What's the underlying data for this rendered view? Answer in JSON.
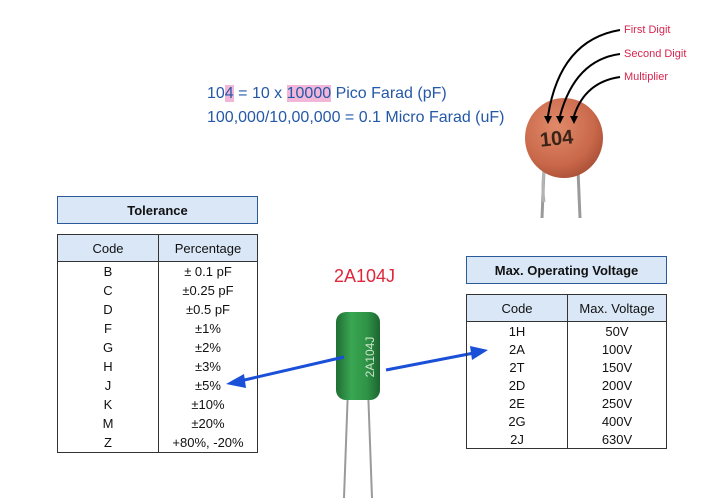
{
  "formula": {
    "line1_pre": "",
    "line1_hl1": "4",
    "line1_num": "10",
    "line1_mid": " = 10 x ",
    "line1_hl2": "10000",
    "line1_post": " Pico Farad (pF)",
    "line2": "100,000/10,00,000 = 0.1 Micro Farad (uF)",
    "digits": "10"
  },
  "ceramic_cap": {
    "marking": "104",
    "labels": [
      "First Digit",
      "Second Digit",
      "Multiplier"
    ]
  },
  "film_cap": {
    "code": "2A104J",
    "marking": "2A104J"
  },
  "tolerance": {
    "title": "Tolerance",
    "headers": [
      "Code",
      "Percentage"
    ],
    "rows": [
      [
        "B",
        "± 0.1 pF"
      ],
      [
        "C",
        "±0.25 pF"
      ],
      [
        "D",
        "±0.5 pF"
      ],
      [
        "F",
        "±1%"
      ],
      [
        "G",
        "±2%"
      ],
      [
        "H",
        "±3%"
      ],
      [
        "J",
        "±5%"
      ],
      [
        "K",
        "±10%"
      ],
      [
        "M",
        "±20%"
      ],
      [
        "Z",
        "+80%, -20%"
      ]
    ]
  },
  "voltage": {
    "title": "Max. Operating Voltage",
    "headers": [
      "Code",
      "Max. Voltage"
    ],
    "rows": [
      [
        "1H",
        "50V"
      ],
      [
        "2A",
        "100V"
      ],
      [
        "2T",
        "150V"
      ],
      [
        "2D",
        "200V"
      ],
      [
        "2E",
        "250V"
      ],
      [
        "2G",
        "400V"
      ],
      [
        "2J",
        "630V"
      ]
    ]
  },
  "colors": {
    "formula_blue": "#2458a8",
    "highlight_pink": "#f2b6d9",
    "label_red": "#d6264f",
    "header_fill": "#d9e7f7",
    "arrow_blue": "#1a4fd8",
    "ceramic_body": "#c9684a",
    "film_body": "#2f9446"
  }
}
